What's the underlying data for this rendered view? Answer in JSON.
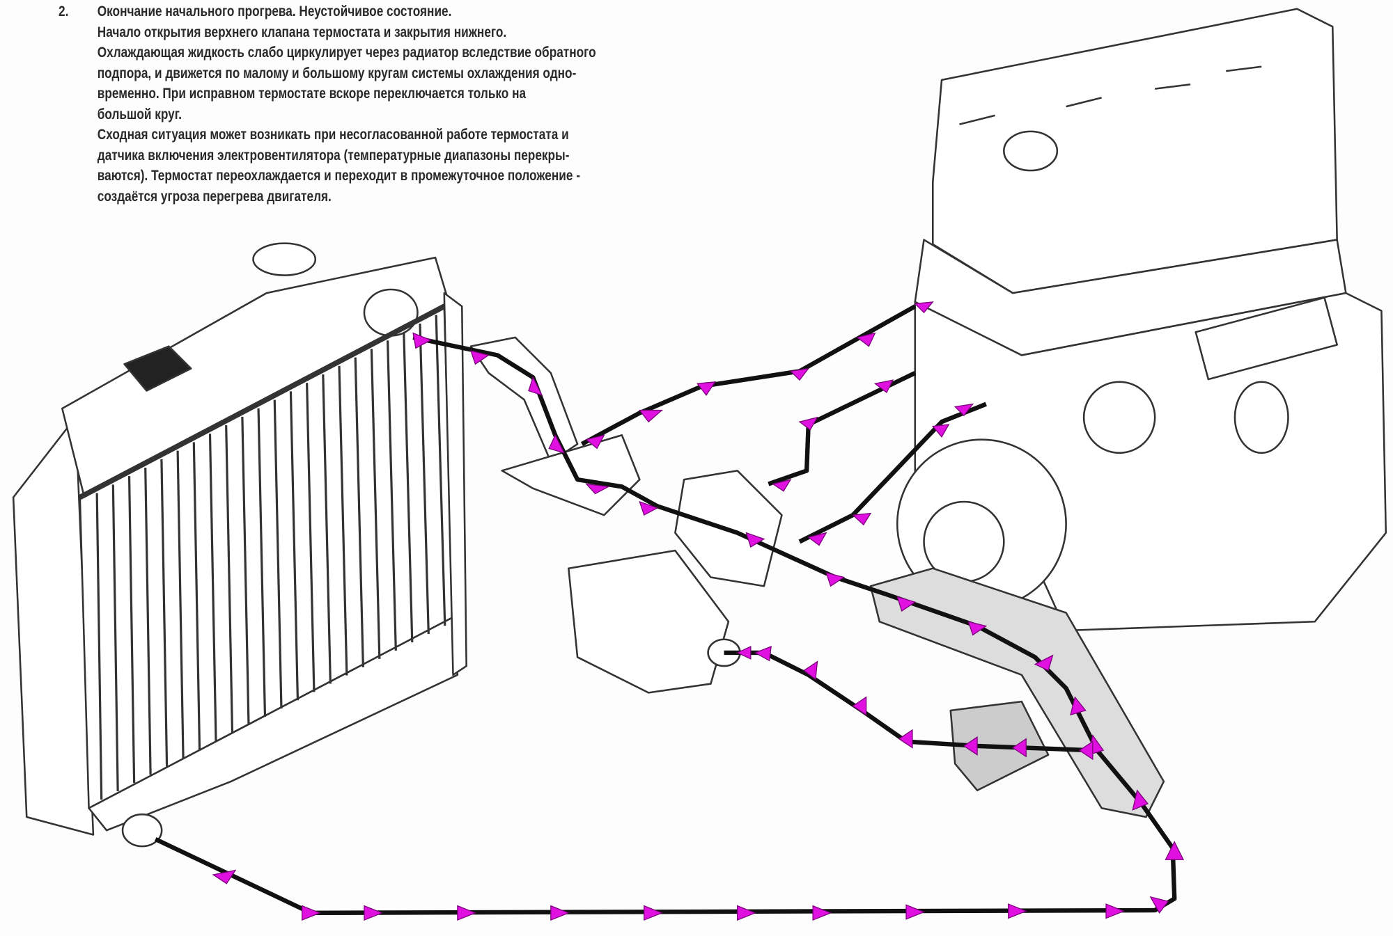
{
  "caption": {
    "number": "2.",
    "lines": [
      "Окончание начального прогрева. Неустойчивое состояние.",
      "Начало открытия верхнего клапана термостата и закрытия нижнего.",
      "Охлаждающая жидкость слабо циркулирует через радиатор вследствие обратного",
      "подпора, и движется по малому и большому кругам системы охлаждения одно-",
      "временно. При исправном термостате вскоре переключается только на",
      "большой круг.",
      "Сходная ситуация может возникать при несогласованной работе термостата и",
      "датчика включения электровентилятора (температурные диапазоны перекры-",
      "ваются). Термостат переохлаждается и переходит в промежуточное положение -",
      "создаётся угроза перегрева двигателя."
    ]
  },
  "colors": {
    "flow_line": "#111111",
    "flow_arrow": "#e010e0",
    "drawing": "#333333"
  }
}
